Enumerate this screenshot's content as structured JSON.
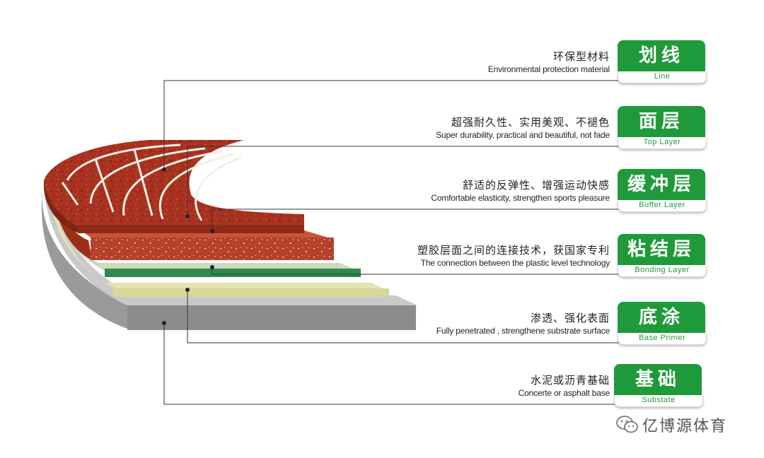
{
  "layers": [
    {
      "key": "line",
      "cn_desc": "环保型材料",
      "en_desc": "Environmental protection material",
      "badge_cn": "划线",
      "badge_en": "Line"
    },
    {
      "key": "top",
      "cn_desc": "超强耐久性、实用美观、不褪色",
      "en_desc": "Super durability, practical and beautiful, not fade",
      "badge_cn": "面层",
      "badge_en": "Top  Layer"
    },
    {
      "key": "buffer",
      "cn_desc": "舒适的反弹性、增强运动快感",
      "en_desc": "Comfortable elasticity, strengthen sports pleasure",
      "badge_cn": "缓冲层",
      "badge_en": "Buffer Layer"
    },
    {
      "key": "bonding",
      "cn_desc": "塑胶层面之间的连接技术，获国家专利",
      "en_desc": "The connection between the plastic level technology",
      "badge_cn": "粘结层",
      "badge_en": "Bonding Layer"
    },
    {
      "key": "primer",
      "cn_desc": "渗透、强化表面",
      "en_desc": "Fully  penetrated , strengthene  substrate  surface",
      "badge_cn": "底涂",
      "badge_en": "Base  Primer"
    },
    {
      "key": "base",
      "cn_desc": "水泥或沥青基础",
      "en_desc": "Concerte  or  asphalt  base",
      "badge_cn": "基础",
      "badge_en": "Substate"
    }
  ],
  "colors": {
    "badge_green": "#1f9a3a",
    "track_red": "#a8321f",
    "buffer_red": "#b5412a",
    "bonding_green": "#2f8a50",
    "primer_yellow": "#d9d79a",
    "base_gray": "#8c8c8c"
  },
  "watermark": {
    "icon": "wechat-icon",
    "text": "亿博源体育"
  }
}
